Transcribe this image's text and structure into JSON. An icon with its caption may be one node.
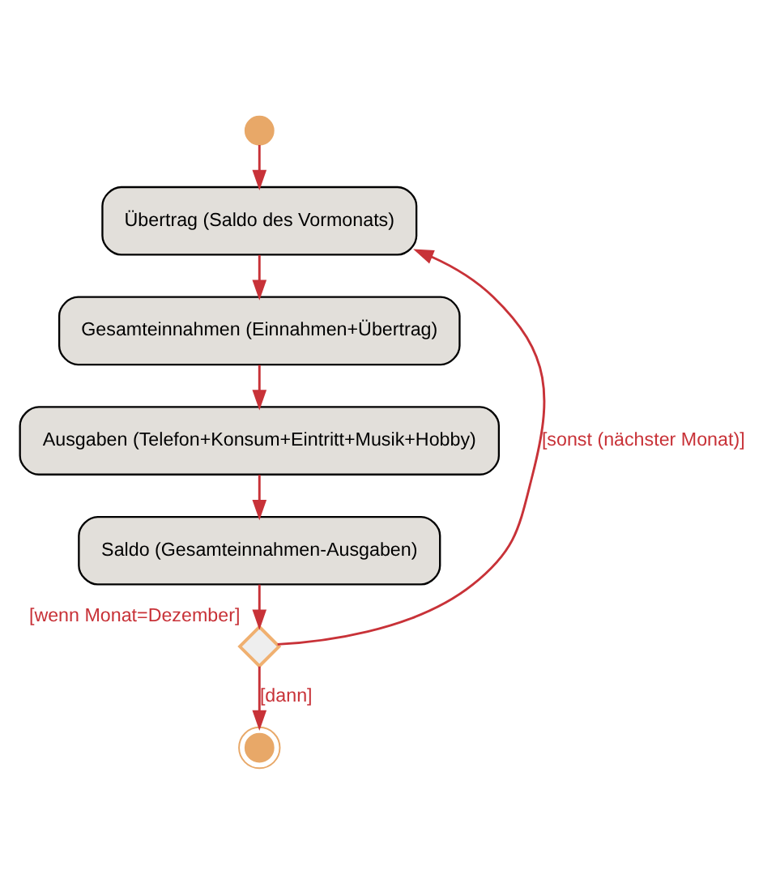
{
  "diagram": {
    "nodes": [
      {
        "text": [],
        "shape": "circle"
      },
      {
        "text": [
          "Übertrag (Saldo des Vormonats)"
        ]
      },
      {
        "text": [
          "Gesamteinnahmen (Einnahmen+Übertrag)"
        ]
      },
      {
        "text": [
          "Ausgaben (Telefon+Konsum+Eintritt+Musik+Hobby)"
        ]
      },
      {
        "text": [
          "Saldo (Gesamteinnahmen-Ausgaben)"
        ]
      },
      {
        "text": [],
        "shape": "diamond",
        "beside": [
          "[wenn Monat=Dezember]"
        ]
      },
      {
        "text": [],
        "shape": "circle"
      }
    ],
    "edges": [
      {
        "from": 0,
        "to": 1,
        "arrow": "to"
      },
      {
        "from": 1,
        "to": 2,
        "arrow": "to"
      },
      {
        "from": 2,
        "to": 3,
        "arrow": "to"
      },
      {
        "from": 3,
        "to": 4,
        "arrow": "to"
      },
      {
        "from": 4,
        "to": 5,
        "arrow": "to"
      },
      {
        "from": 5,
        "to": 1,
        "arrow": "to",
        "label": "[sonst (nächster Monat)]"
      },
      {
        "from": 5,
        "to": 6,
        "arrow": "to",
        "label": "[dann]"
      }
    ]
  }
}
